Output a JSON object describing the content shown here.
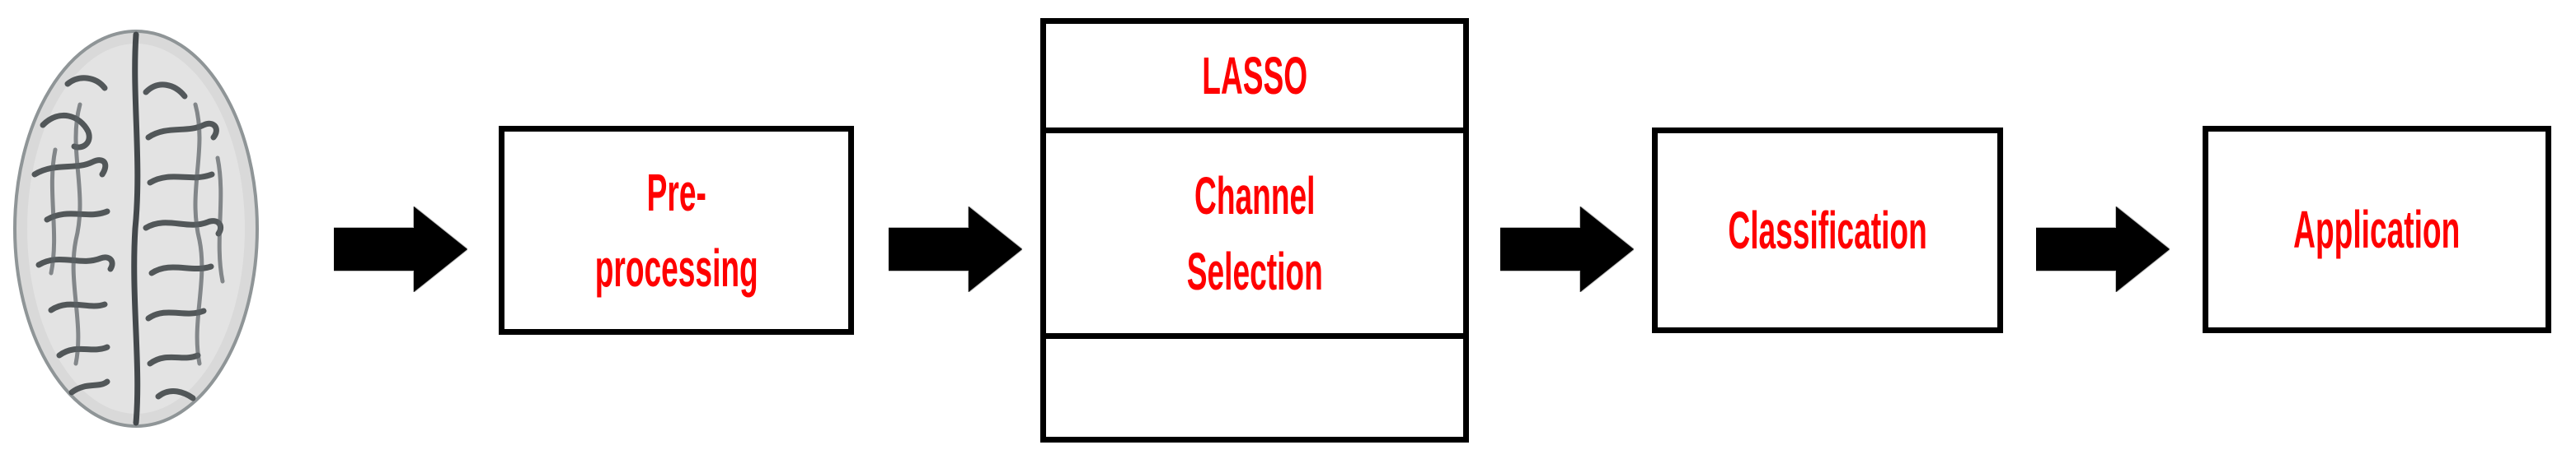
{
  "figure": {
    "type": "flowchart",
    "background_color": "#ffffff",
    "accent_text_color": "#ff0000",
    "box_border_color": "#000000",
    "arrow_color": "#000000",
    "arrow_bevel_color": "#bdbdbd",
    "brain_icon": "brain-top-view",
    "nodes": {
      "preprocessing": {
        "line1": "Pre-",
        "line2": "processing"
      },
      "lasso": {
        "method_label": "LASSO",
        "step_line1": "Channel",
        "step_line2": "Selection",
        "empty_section": ""
      },
      "classification": {
        "label": "Classification"
      },
      "application": {
        "label": "Application"
      }
    }
  }
}
